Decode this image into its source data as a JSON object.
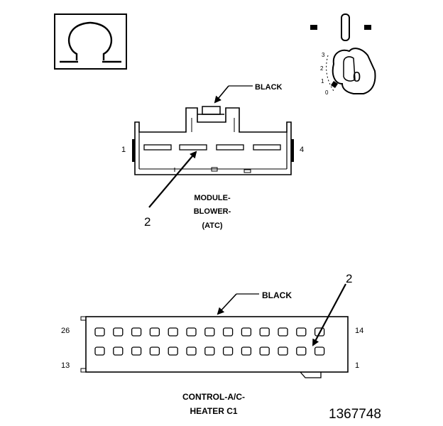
{
  "symbol": {
    "ohm": "Ω"
  },
  "ignition": {
    "icon": "ignition-key-icon",
    "positions": [
      "3",
      "2",
      "1",
      "0"
    ],
    "key_label": "0"
  },
  "connector_top": {
    "color_label": "BLACK",
    "pin_left": "1",
    "pin_right": "4",
    "callout": "2",
    "name_lines": [
      "MODULE-",
      "BLOWER-",
      "(ATC)"
    ]
  },
  "connector_bottom": {
    "color_label": "BLACK",
    "callout": "2",
    "pin_top_left": "26",
    "pin_bottom_left": "13",
    "pin_top_right": "14",
    "pin_bottom_right": "1",
    "cavities_per_row": 13,
    "name_lines": [
      "CONTROL-A/C-",
      "HEATER C1"
    ]
  },
  "figure_number": "1367748"
}
